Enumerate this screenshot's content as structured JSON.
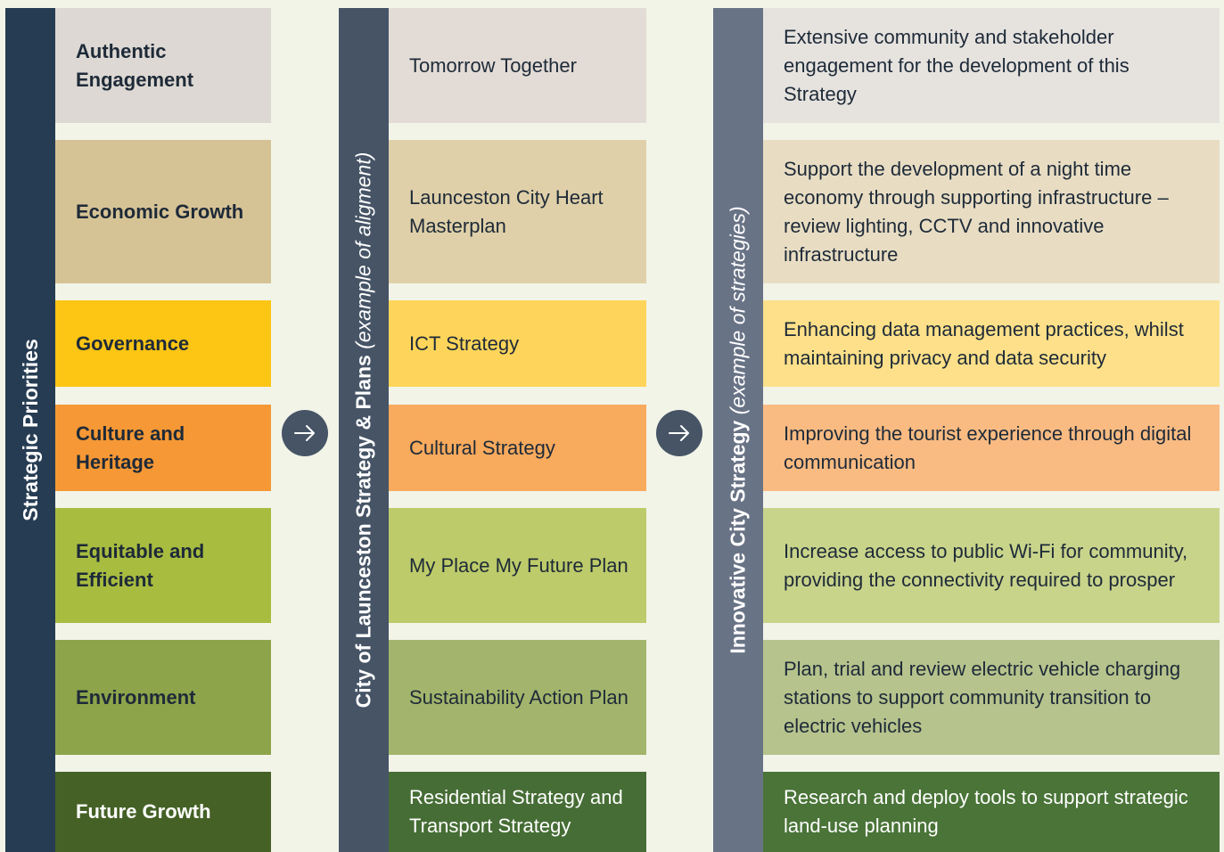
{
  "columns": {
    "priorities_title": "Strategic Priorities",
    "plans_title": "City of Launceston Strategy & Plans",
    "plans_subtitle": "(example of aligment)",
    "strategy_title": "Innovative City Strategy",
    "strategy_subtitle": "(example of strategies)"
  },
  "rows": [
    {
      "priority": "Authentic Engagement",
      "plan": "Tomorrow Together",
      "strategy": "Extensive community and stakeholder engagement for the development of this Strategy",
      "colors": {
        "priority": "#ddd8d3",
        "plan": "#e3dcd6",
        "strategy": "#e6e3df"
      }
    },
    {
      "priority": "Economic Growth",
      "plan": "Launceston City Heart Masterplan",
      "strategy": "Support the development of a night time economy through supporting infrastructure – review lighting, CCTV and innovative infrastructure",
      "colors": {
        "priority": "#d6c395",
        "plan": "#dfd0a9",
        "strategy": "#e8ddc3"
      }
    },
    {
      "priority": "Governance",
      "plan": "ICT Strategy",
      "strategy": "Enhancing data management practices, whilst maintaining privacy and data security",
      "colors": {
        "priority": "#fdc514",
        "plan": "#fed55a",
        "strategy": "#fde089"
      }
    },
    {
      "priority": "Culture and Heritage",
      "plan": "Cultural Strategy",
      "strategy": "Improving the tourist experience through digital communication",
      "colors": {
        "priority": "#f59835",
        "plan": "#f8aa5d",
        "strategy": "#f9bb82"
      }
    },
    {
      "priority": "Equitable and Efficient",
      "plan": "My Place My Future Plan",
      "strategy": "Increase access to public Wi-Fi for community, providing the connectivity required to prosper",
      "colors": {
        "priority": "#a8bc40",
        "plan": "#bdcb6a",
        "strategy": "#c9d48b"
      }
    },
    {
      "priority": "Environment",
      "plan": "Sustainability Action Plan",
      "strategy": "Plan, trial and review electric vehicle charging stations to support community transition to electric vehicles",
      "colors": {
        "priority": "#8da44a",
        "plan": "#a3b56c",
        "strategy": "#b6c38d"
      }
    },
    {
      "priority": "Future Growth",
      "plan": "Residential Strategy and Transport Strategy",
      "strategy": "Research and deploy tools to support strategic land-use planning",
      "colors": {
        "priority": "#456126",
        "plan": "#466d35",
        "strategy": "#4a7438"
      },
      "light": true
    }
  ]
}
